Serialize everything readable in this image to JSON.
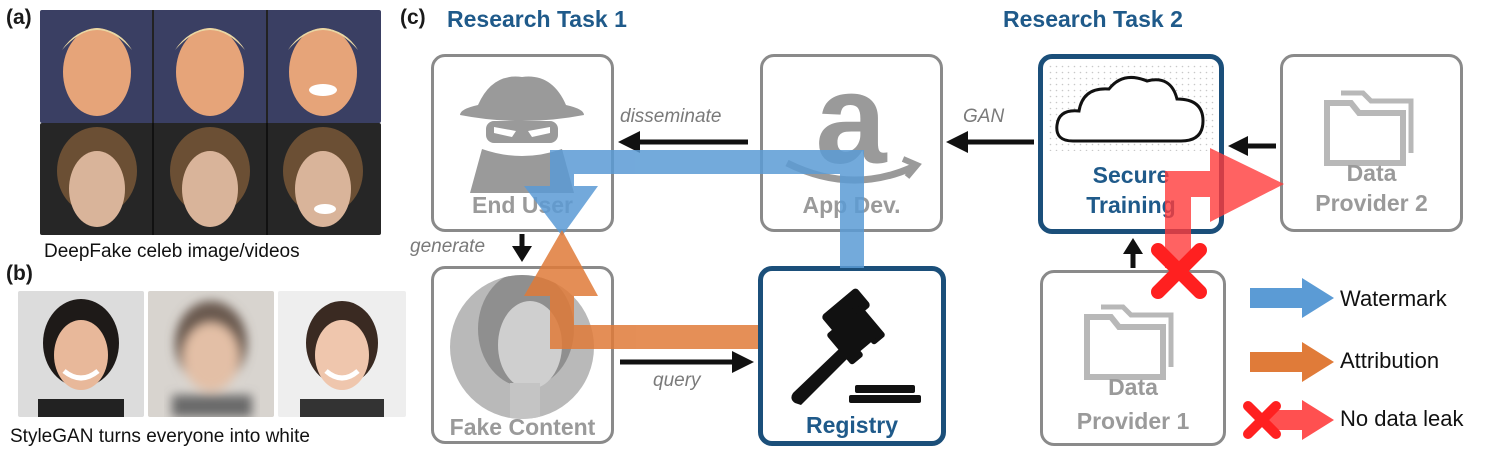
{
  "panels": {
    "a": {
      "tag": "(a)",
      "caption": "DeepFake celeb image/videos"
    },
    "b": {
      "tag": "(b)",
      "caption": "StyleGAN turns everyone into white"
    },
    "c": {
      "tag": "(c)"
    }
  },
  "tasks": {
    "task1": "Research Task 1",
    "task2": "Research Task 2"
  },
  "nodes": {
    "end_user": "End User",
    "app_dev": "App Dev.",
    "secure_training_line1": "Secure",
    "secure_training_line2": "Training",
    "data_provider_2_line1": "Data",
    "data_provider_2_line2": "Provider 2",
    "fake_content": "Fake Content",
    "registry": "Registry",
    "data_provider_1_line1": "Data",
    "data_provider_1_line2": "Provider 1"
  },
  "edges": {
    "disseminate": "disseminate",
    "gan": "GAN",
    "generate": "generate",
    "query": "query"
  },
  "legend": {
    "watermark": "Watermark",
    "attribution": "Attribution",
    "no_data_leak": "No data leak"
  },
  "colors": {
    "watermark": "#5b9bd5",
    "attribution": "#e07b39",
    "no_data_leak": "#ff3b3b",
    "box_border_gray": "#8a8a8a",
    "box_border_blue": "#1b4f7a",
    "task_title": "#1f5a8a"
  },
  "icons": {
    "end_user": "spy-icon",
    "app_dev": "amazon-logo-icon",
    "secure_training": "cloud-icon",
    "data_provider": "folder-icon",
    "registry": "gavel-icon"
  }
}
